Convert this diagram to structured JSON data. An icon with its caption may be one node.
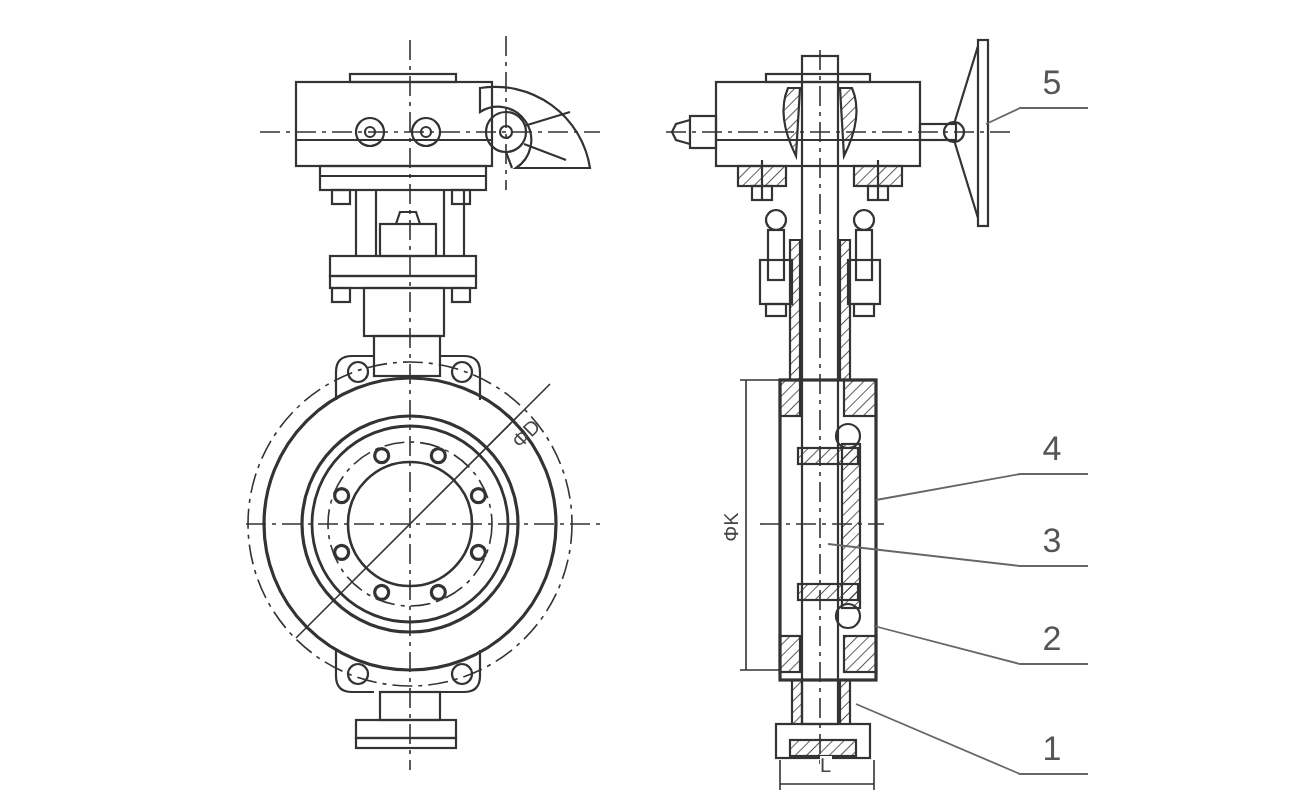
{
  "diagram": {
    "nodes": [
      {
        "text": [
          "5"
        ]
      },
      {
        "text": [
          "4"
        ]
      },
      {
        "text": [
          "3"
        ]
      },
      {
        "text": [
          "2"
        ]
      },
      {
        "text": [
          "1"
        ]
      }
    ],
    "edges": [
      {
        "from": 0,
        "to": null,
        "arrow": "none"
      },
      {
        "from": 1,
        "to": null,
        "arrow": "none"
      },
      {
        "from": 2,
        "to": null,
        "arrow": "none"
      },
      {
        "from": 3,
        "to": null,
        "arrow": "none"
      },
      {
        "from": 4,
        "to": null,
        "arrow": "none"
      }
    ],
    "labels": [
      "ΦD",
      "ΦK",
      "L"
    ]
  }
}
